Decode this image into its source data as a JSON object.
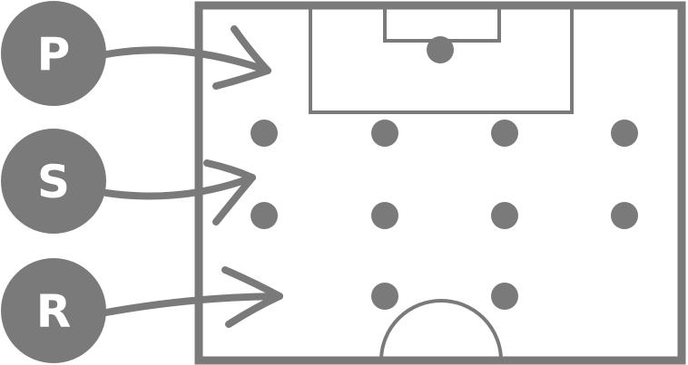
{
  "colors": {
    "ink": "#7a7a7a",
    "background": "#ffffff",
    "label": "#ffffff"
  },
  "badges": [
    {
      "letter": "P"
    },
    {
      "letter": "S"
    },
    {
      "letter": "R"
    }
  ]
}
